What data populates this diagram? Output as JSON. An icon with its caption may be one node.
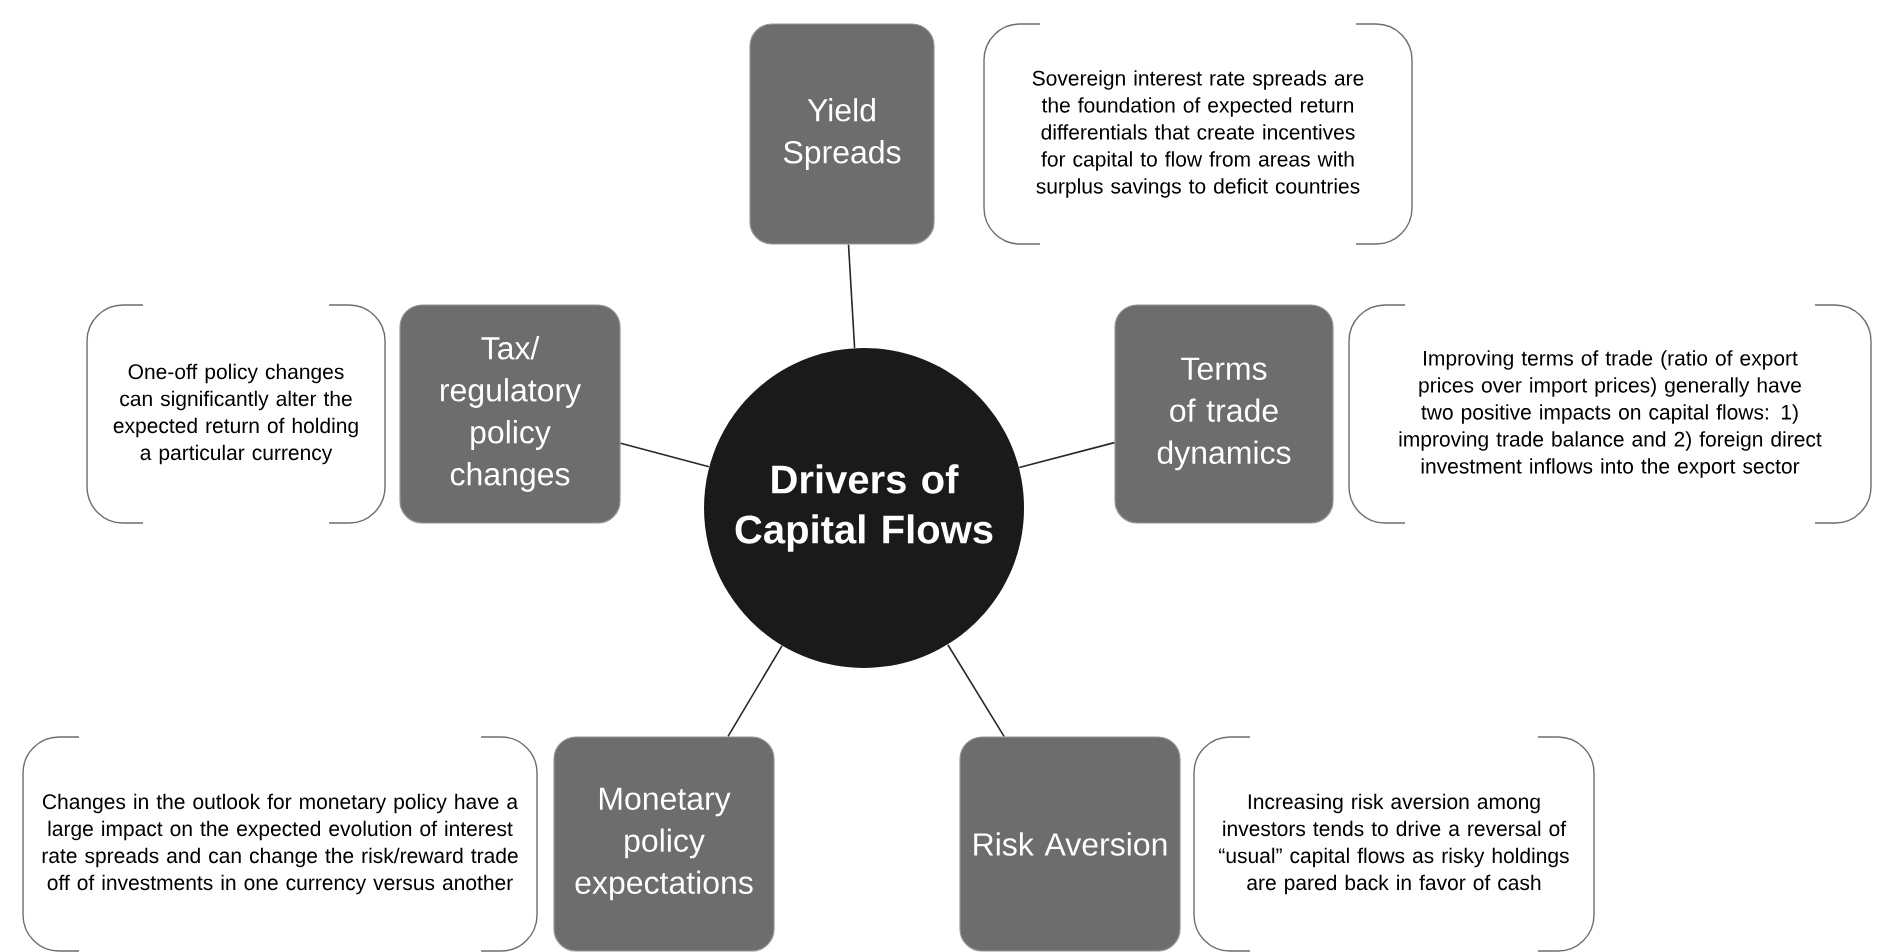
{
  "diagram": {
    "nodes": [
      {
        "text": [
          "Drivers of Capital Flows"
        ]
      },
      {
        "text": [
          "Yield Spreads"
        ]
      },
      {
        "text": [
          "Sovereign interest rate spreads are the foundation of expected return differentials that create incentives for capital to flow from areas with surplus savings to deficit countries"
        ]
      },
      {
        "text": [
          "Tax/ regulatory policy changes"
        ]
      },
      {
        "text": [
          "One-off policy changes can significantly alter the expected return of holding a particular currency"
        ]
      },
      {
        "text": [
          "Terms of trade dynamics"
        ]
      },
      {
        "text": [
          "Improving terms of trade (ratio of export prices over import prices) generally have two positive impacts on capital flows: 1) improving trade balance and 2) foreign direct investment inflows into the export sector"
        ]
      },
      {
        "text": [
          "Monetary policy expectations"
        ]
      },
      {
        "text": [
          "Changes in the outlook for monetary policy have a large impact on the expected evolution of interest rate spreads and can change the risk/reward trade off of investments in one currency versus another"
        ]
      },
      {
        "text": [
          "Risk Aversion"
        ]
      },
      {
        "text": [
          "Increasing risk aversion among investors tends to drive a reversal of “usual” capital flows as risky holdings are pared back in favor of cash"
        ]
      }
    ],
    "edges": [
      {
        "from": 0,
        "to": 1,
        "arrow": "none"
      },
      {
        "from": 0,
        "to": 3,
        "arrow": "none"
      },
      {
        "from": 0,
        "to": 5,
        "arrow": "none"
      },
      {
        "from": 0,
        "to": 7,
        "arrow": "none"
      },
      {
        "from": 0,
        "to": 9,
        "arrow": "none"
      }
    ]
  }
}
